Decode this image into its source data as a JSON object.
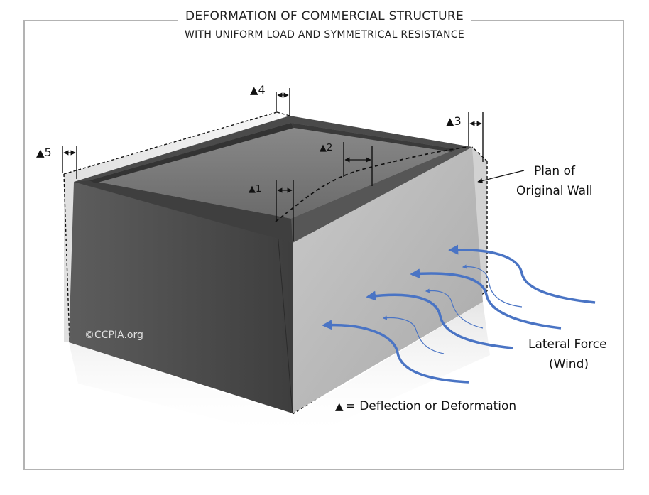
{
  "title": "DEFORMATION OF COMMERCIAL STRUCTURE",
  "subtitle": "WITH UNIFORM LOAD AND SYMMETRICAL RESISTANCE",
  "delta_symbol": "▲",
  "deflection_labels": {
    "d1": "1",
    "d2": "2",
    "d3": "3",
    "d4": "4",
    "d5": "5"
  },
  "callouts": {
    "plan_line1": "Plan of",
    "plan_line2": "Original Wall",
    "force_line1": "Lateral Force",
    "force_line2": "(Wind)",
    "legend": "= Deflection or Deformation"
  },
  "copyright": "©CCPIA.org",
  "colors": {
    "wind": "#4a74c4",
    "wall_dark": "#4e4e4e",
    "wall_light": "#bdbdbd",
    "roof": "#787878",
    "parapet": "#5a5a5a"
  }
}
